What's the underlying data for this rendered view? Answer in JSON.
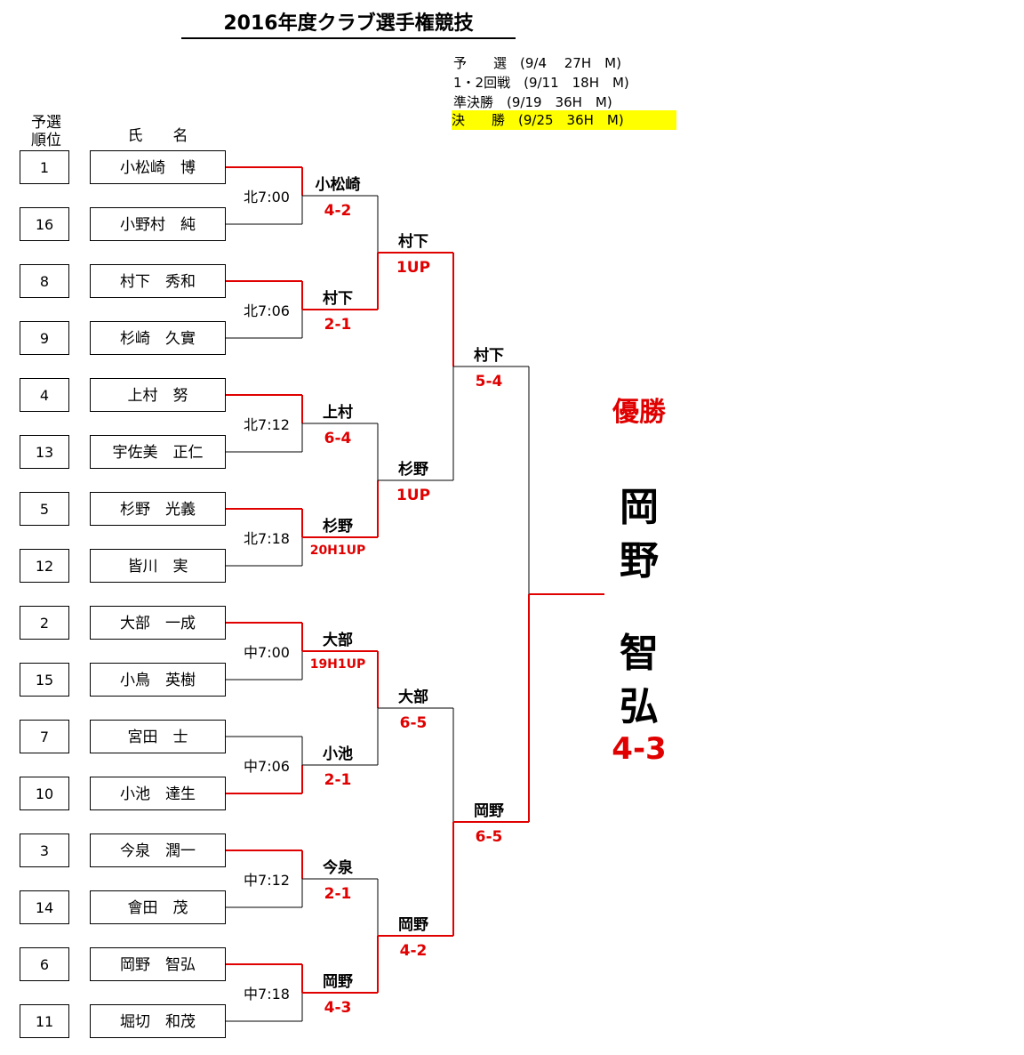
{
  "title": "2016年度クラブ選手権競技",
  "schedule": [
    {
      "text": "予　　選　(9/4　 27H　M)",
      "highlight": false
    },
    {
      "text": "1・2回戦　(9/11　18H　M)",
      "highlight": false
    },
    {
      "text": "準決勝　(9/19　36H　M)",
      "highlight": false
    },
    {
      "text": "決　　勝　(9/25　36H　M)",
      "highlight": true
    }
  ],
  "headers": {
    "seed_line1": "予選",
    "seed_line2": "順位",
    "name": "氏　　名"
  },
  "players": [
    {
      "seed": "1",
      "name": "小松崎　博"
    },
    {
      "seed": "16",
      "name": "小野村　純"
    },
    {
      "seed": "8",
      "name": "村下　秀和"
    },
    {
      "seed": "9",
      "name": "杉崎　久實"
    },
    {
      "seed": "4",
      "name": "上村　努"
    },
    {
      "seed": "13",
      "name": "宇佐美　正仁"
    },
    {
      "seed": "5",
      "name": "杉野　光義"
    },
    {
      "seed": "12",
      "name": "皆川　実"
    },
    {
      "seed": "2",
      "name": "大部　一成"
    },
    {
      "seed": "15",
      "name": "小鳥　英樹"
    },
    {
      "seed": "7",
      "name": "宮田　士"
    },
    {
      "seed": "10",
      "name": "小池　達生"
    },
    {
      "seed": "3",
      "name": "今泉　潤一"
    },
    {
      "seed": "14",
      "name": "會田　茂"
    },
    {
      "seed": "6",
      "name": "岡野　智弘"
    },
    {
      "seed": "11",
      "name": "堀切　和茂"
    }
  ],
  "times": [
    "北7:00",
    "北7:06",
    "北7:12",
    "北7:18",
    "中7:00",
    "中7:06",
    "中7:12",
    "中7:18"
  ],
  "round1": [
    {
      "winner": "小松崎",
      "score": "4-2",
      "winner_side": "top"
    },
    {
      "winner": "村下",
      "score": "2-1",
      "winner_side": "top"
    },
    {
      "winner": "上村",
      "score": "6-4",
      "winner_side": "top"
    },
    {
      "winner": "杉野",
      "score": "20H1UP",
      "winner_side": "top"
    },
    {
      "winner": "大部",
      "score": "19H1UP",
      "winner_side": "top"
    },
    {
      "winner": "小池",
      "score": "2-1",
      "winner_side": "bottom"
    },
    {
      "winner": "今泉",
      "score": "2-1",
      "winner_side": "top"
    },
    {
      "winner": "岡野",
      "score": "4-3",
      "winner_side": "top"
    }
  ],
  "round2": [
    {
      "winner": "村下",
      "score": "1UP",
      "winner_side": "bottom"
    },
    {
      "winner": "杉野",
      "score": "1UP",
      "winner_side": "bottom"
    },
    {
      "winner": "大部",
      "score": "6-5",
      "winner_side": "top"
    },
    {
      "winner": "岡野",
      "score": "4-2",
      "winner_side": "bottom"
    }
  ],
  "semifinal": [
    {
      "winner": "村下",
      "score": "5-4",
      "winner_side": "top"
    },
    {
      "winner": "岡野",
      "score": "6-5",
      "winner_side": "bottom"
    }
  ],
  "final": {
    "winner_side": "bottom"
  },
  "champion": {
    "label": "優勝",
    "chars": [
      "岡",
      "野",
      "智",
      "弘"
    ],
    "score": "4-3"
  },
  "colors": {
    "winner_line": "#e00000",
    "loser_line": "#000000",
    "highlight": "#ffff00",
    "score": "#e00000"
  }
}
